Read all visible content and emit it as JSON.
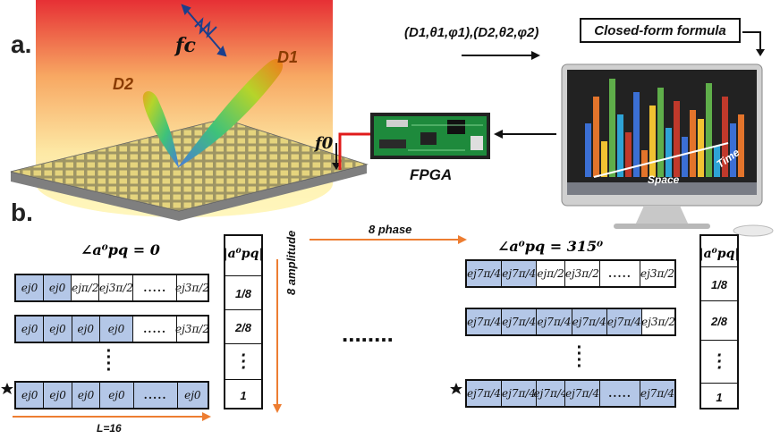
{
  "panel_a": {
    "label": "a.",
    "fc": "fc",
    "f0": "f0",
    "D1": "D1",
    "D2": "D2",
    "params": "(D1,θ1,φ1),(D2,θ2,φ2)",
    "formula_box": "Closed-form formula",
    "fpga": "FPGA",
    "time": "Time",
    "space": "Space"
  },
  "panel_b": {
    "label": "b.",
    "phase_arrow": "8 phase",
    "dots_mid": "........",
    "left": {
      "angle": "∠a⁰pq = 0",
      "length": "L=16",
      "rows": [
        [
          "ej0",
          "ej0",
          "ejπ/2",
          "ej3π/2",
          ".....",
          "ej3π/2"
        ],
        [
          "ej0",
          "ej0",
          "ej0",
          "ej0",
          ".....",
          "ej3π/2"
        ],
        [
          "ej0",
          "ej0",
          "ej0",
          "ej0",
          ".....",
          "ej0"
        ]
      ]
    },
    "right": {
      "angle": "∠a⁰pq = 315⁰",
      "rows": [
        [
          "ej7π/4",
          "ej7π/4",
          "ejπ/2",
          "ej3π/2",
          ".....",
          "ej3π/2"
        ],
        [
          "ej7π/4",
          "ej7π/4",
          "ej7π/4",
          "ej7π/4",
          "ej7π/4",
          "ej3π/2"
        ],
        [
          "ej7π/4",
          "ej7π/4",
          "ej7π/4",
          "ej7π/4",
          ".....",
          "ej7π/4"
        ]
      ]
    },
    "amp_header": "|a⁰pq|",
    "amp_values": [
      "1/8",
      "2/8",
      "1"
    ],
    "amp_arrow": "8 amplitude"
  },
  "colors": {
    "accent_orange": "#ed7d31",
    "cell_fill": "#b4c7e7",
    "heat_top": "#e8262a",
    "heat_bottom": "#fff6a8",
    "pcb_green": "#1e8a3c",
    "cable_red": "#e01b1b"
  }
}
